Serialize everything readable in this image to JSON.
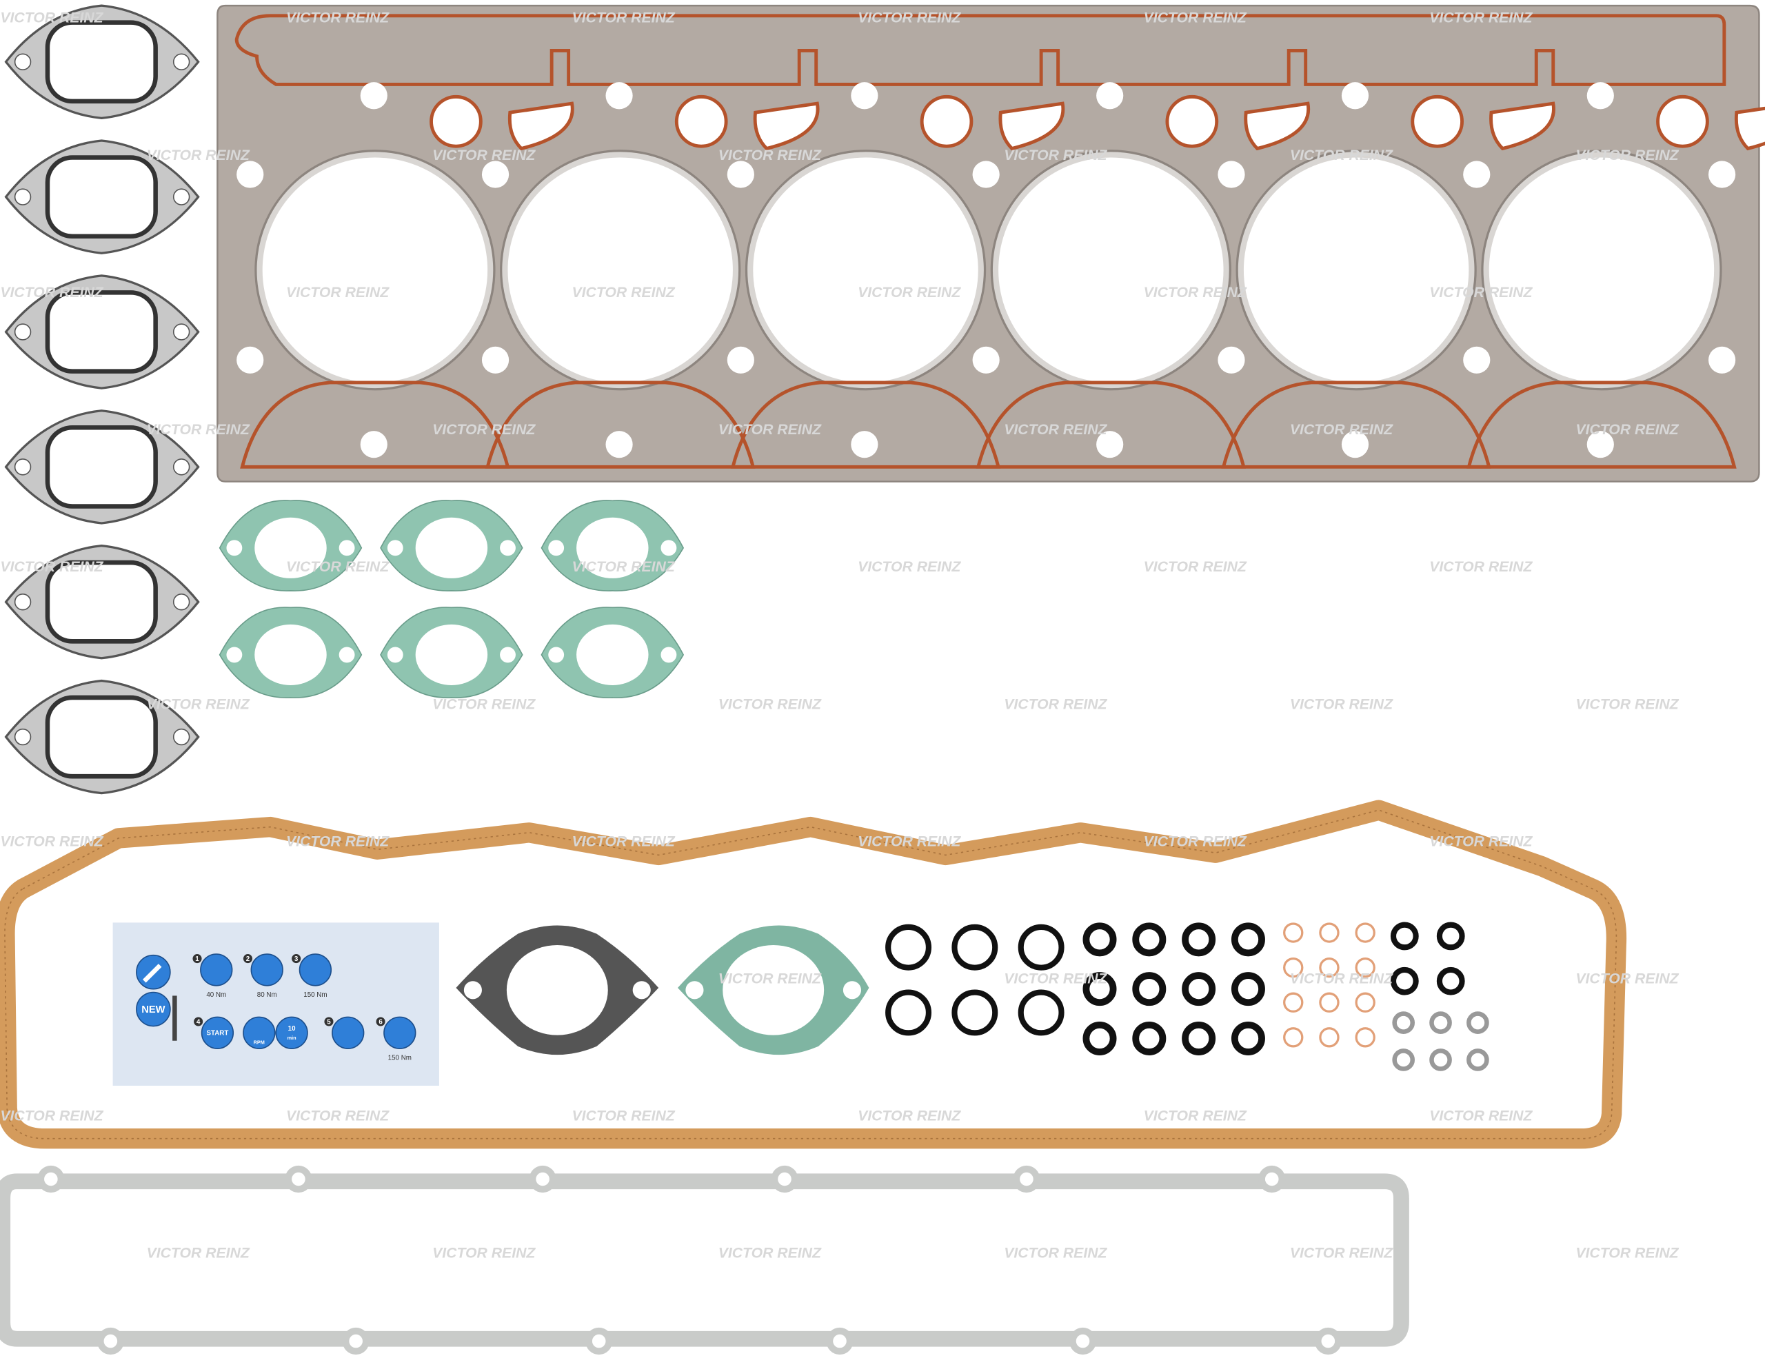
{
  "watermark": "VICTOR REINZ",
  "colors": {
    "head_gasket": "#b3aaa3",
    "head_gasket_bead": "#b5532b",
    "cork": "#d49b5c",
    "green_gasket": "#8fc4b0",
    "grey_gasket": "#c9cbc9",
    "card_bg": "#dde6f2",
    "icon_blue": "#2f7fd8",
    "copper": "#e2a078"
  },
  "instruction_card": {
    "new_label": "NEW",
    "steps": [
      {
        "num": "1",
        "torque": "40 Nm"
      },
      {
        "num": "2",
        "torque": "80 Nm"
      },
      {
        "num": "3",
        "torque": "150 Nm"
      },
      {
        "num": "4",
        "start": "START",
        "rpm": "RPM",
        "time_value": "10",
        "time_unit": "min"
      },
      {
        "num": "5"
      },
      {
        "num": "6",
        "torque": "150 Nm"
      }
    ]
  }
}
